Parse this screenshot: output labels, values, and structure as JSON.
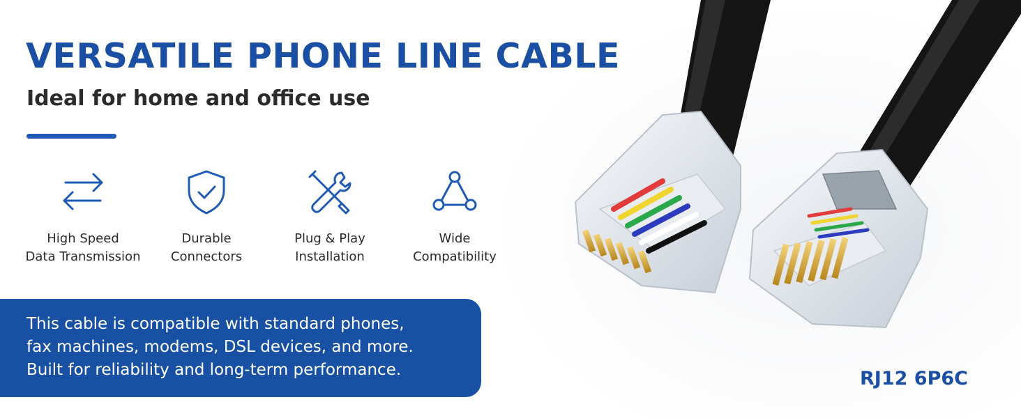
{
  "hero": {
    "title": "VERSATILE PHONE LINE CABLE",
    "subtitle": "Ideal for home and office use"
  },
  "features": [
    {
      "icon": "bidirectional-arrows-icon",
      "line1": "High Speed",
      "line2": "Data Transmission"
    },
    {
      "icon": "shield-check-icon",
      "line1": "Durable",
      "line2": "Connectors"
    },
    {
      "icon": "wrench-screwdriver-icon",
      "line1": "Plug & Play",
      "line2": "Installation"
    },
    {
      "icon": "network-triangle-icon",
      "line1": "Wide",
      "line2": "Compatibility"
    }
  ],
  "info": {
    "lines": [
      "This cable is compatible with standard phones,",
      "fax machines, modems, DSL devices, and more.",
      "Built for reliability and long-term performance."
    ]
  },
  "product": {
    "model": "RJ12 6P6C"
  },
  "colors": {
    "brand_blue": "#1a4fa3",
    "panel_blue": "#1850a3",
    "cable_black": "#151515",
    "contact_gold": "#d4a62a"
  }
}
